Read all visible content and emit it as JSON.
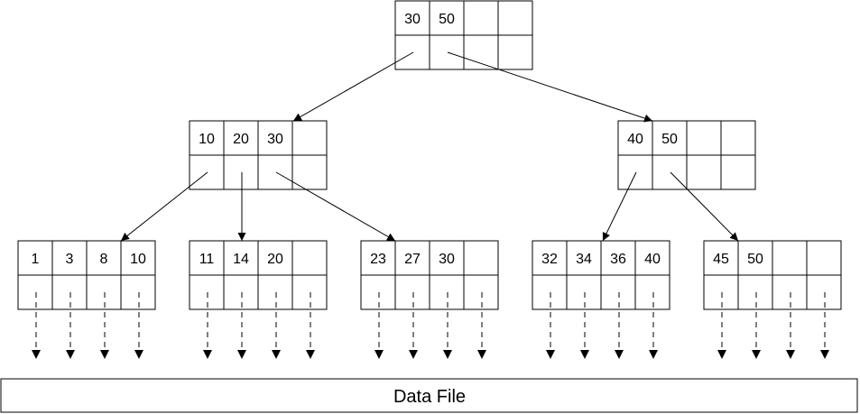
{
  "root": {
    "keys": [
      "30",
      "50",
      "",
      ""
    ]
  },
  "internal": [
    {
      "keys": [
        "10",
        "20",
        "30",
        ""
      ]
    },
    {
      "keys": [
        "40",
        "50",
        "",
        ""
      ]
    }
  ],
  "leaves": [
    {
      "keys": [
        "1",
        "3",
        "8",
        "10"
      ]
    },
    {
      "keys": [
        "11",
        "14",
        "20",
        ""
      ]
    },
    {
      "keys": [
        "23",
        "27",
        "30",
        ""
      ]
    },
    {
      "keys": [
        "32",
        "34",
        "36",
        "40"
      ]
    },
    {
      "keys": [
        "45",
        "50",
        "",
        ""
      ]
    }
  ],
  "data_file": {
    "label": "Data File"
  }
}
